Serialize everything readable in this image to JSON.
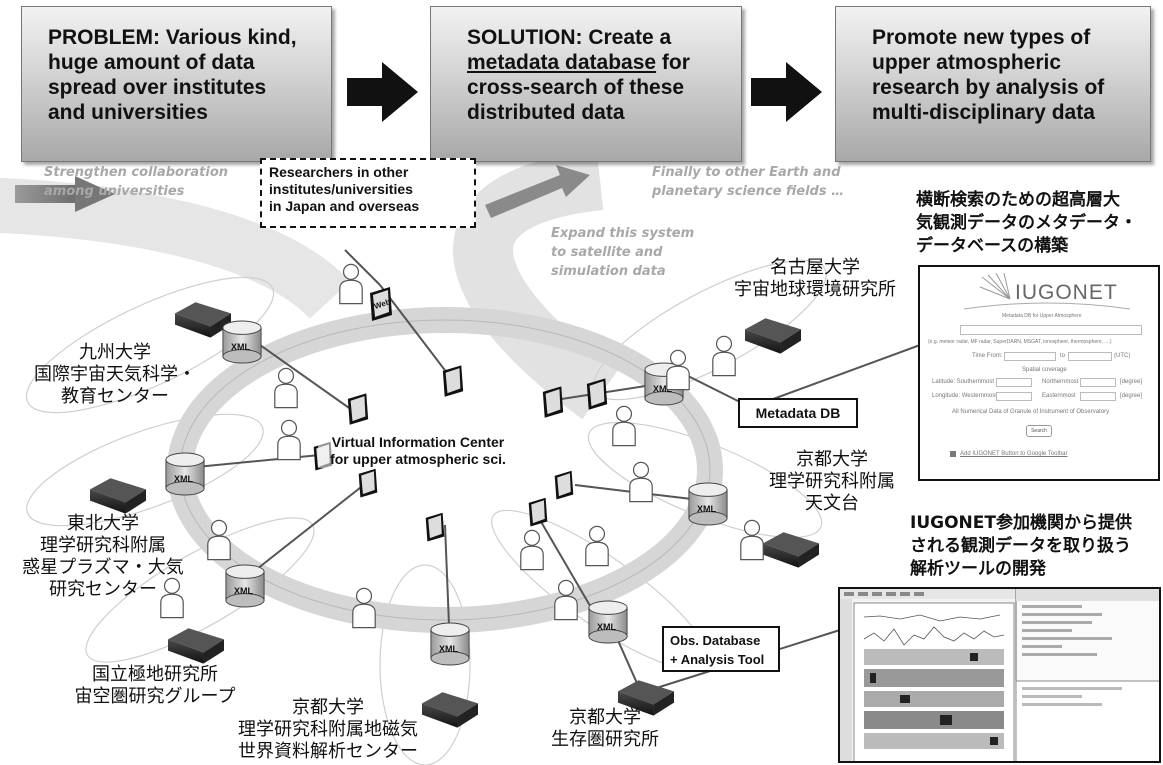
{
  "boxes": [
    {
      "lines": [
        "PROBLEM: Various kind,",
        "huge amount of data",
        "spread over institutes",
        "and universities"
      ]
    },
    {
      "line1": "SOLUTION: Create a",
      "underlined": "metadata database",
      "line2_rest": " for",
      "lines_after": [
        "cross-search of these",
        "distributed data"
      ]
    },
    {
      "lines": [
        "Promote new types of",
        "upper atmospheric",
        "research by analysis of",
        "multi-disciplinary data"
      ]
    }
  ],
  "flow_notes": {
    "collaboration": [
      "Strengthen collaboration",
      "among universities"
    ],
    "finally": [
      "Finally to other Earth and",
      "planetary science fields …"
    ],
    "expand": [
      "Expand this system",
      "to satellite and",
      "simulation data"
    ]
  },
  "researchers": [
    "Researchers in other",
    "institutes/universities",
    "in Japan and overseas"
  ],
  "center": [
    "Virtual Information Center",
    "for upper atmospheric sci."
  ],
  "labels": {
    "web": "Web",
    "xml": "XML",
    "metadata_db": "Metadata DB",
    "obs_db": [
      "Obs. Database",
      "+ Analysis Tool"
    ]
  },
  "institutes": {
    "nagoya": [
      "名古屋大学",
      "宇宙地球環境研究所"
    ],
    "kyushu": [
      "九州大学",
      "国際宇宙天気科学・",
      "教育センター"
    ],
    "tohoku": [
      "東北大学",
      "理学研究科附属",
      "惑星プラズマ・大気",
      "研究センター"
    ],
    "nipr": [
      "国立極地研究所",
      "宙空圏研究グループ"
    ],
    "kyoto_geomag": [
      "京都大学",
      "理学研究科附属地磁気",
      "世界資料解析センター"
    ],
    "kyoto_rish": [
      "京都大学",
      "生存圏研究所"
    ],
    "kyoto_obs": [
      "京都大学",
      "理学研究科附属",
      "天文台"
    ]
  },
  "jp_notes": {
    "metadata": [
      "横断検索のための超高層大",
      "気観測データのメタデータ・",
      "データベースの構築"
    ],
    "tool": [
      "IUGONET参加機関から提供",
      "される観測データを取り扱う",
      "解析ツールの開発"
    ]
  },
  "search_panel": {
    "logo": "IUGONET",
    "subtitle": "Metadata DB for Upper Atmosphere",
    "example": "(e.g. meteor radar, MF radar, SuperDARN, MSGAT, ionosphere, thermosphere, ....)",
    "time_from": "Time From:",
    "to": "to",
    "utc": "(UTC)",
    "spatial": "Spatial coverage",
    "lat_s": "Latitude: Southernmost",
    "lat_n": "Northernmost",
    "lon_w": "Longitude: Westernmost",
    "lon_e": "Easternmost",
    "degree": "[degree]",
    "filter": "All Numerical Data of Granule of Instrument of Observatory",
    "search": "Search",
    "toolbar": "Add IUGONET Button to Google Toolbar"
  },
  "colors": {
    "box_light": "#f2f2f2",
    "box_dark": "#a8a8a8",
    "ring": "#d6d6d6",
    "server": "#2b2b2b",
    "flow_text": "#a8a8a8"
  }
}
